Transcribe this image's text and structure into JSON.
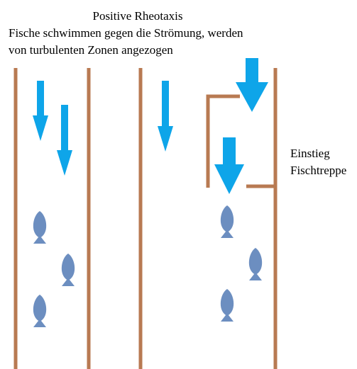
{
  "title": "Positive Rheotaxis",
  "description_line1": "Fische schwimmen gegen die Strömung, werden",
  "description_line2": "von turbulenten Zonen angezogen",
  "label_line1": "Einstieg",
  "label_line2": "Fischtreppe",
  "colors": {
    "wall": "#b87a52",
    "flow_arrow": "#0ea5e9",
    "fish": "#6c8ec0",
    "text": "#000000"
  }
}
